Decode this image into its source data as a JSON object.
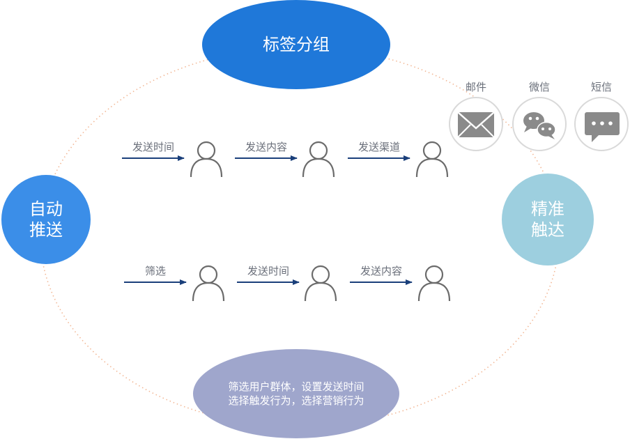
{
  "nodes": {
    "top": "标签分组",
    "left_line1": "自动",
    "left_line2": "推送",
    "right_line1": "精准",
    "right_line2": "触达",
    "bottom_line1": "筛选用户群体，设置发送时间",
    "bottom_line2": "选择触发行为，选择营销行为"
  },
  "channels": {
    "email": {
      "label": "邮件",
      "icon": "envelope-icon"
    },
    "wechat": {
      "label": "微信",
      "icon": "wechat-icon"
    },
    "sms": {
      "label": "短信",
      "icon": "sms-bubble-icon"
    }
  },
  "flow_row1": [
    "发送时间",
    "发送内容",
    "发送渠道"
  ],
  "flow_row2": [
    "筛选",
    "发送时间",
    "发送内容"
  ],
  "colors": {
    "top_node": "#1f78d9",
    "left_node": "#3b8ee8",
    "right_node": "#9dcfdf",
    "bottom_node": "#9fa6cc",
    "arrow": "#1a3f7a",
    "person": "#6b6b6b",
    "dotted_ring": "#f2b896",
    "icon_gray": "#8a8a8a"
  }
}
